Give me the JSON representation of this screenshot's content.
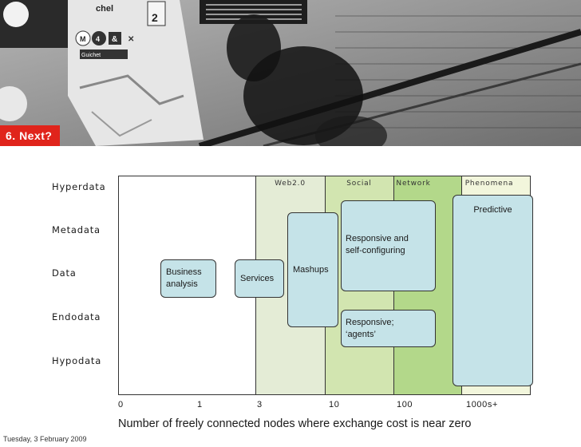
{
  "slide": {
    "tag": "6. Next?"
  },
  "photo": {
    "sign_top": "chel",
    "sign_number": "2",
    "map_label": "Guichet",
    "icon_letters": [
      "M",
      "4",
      "&",
      "✕"
    ]
  },
  "rows": [
    "Hyperdata",
    "Metadata",
    "Data",
    "Endodata",
    "Hypodata"
  ],
  "bands": [
    "Web2.0",
    "Social",
    "Network",
    "Phenomena"
  ],
  "boxes": {
    "business_line1": "Business",
    "business_line2": "analysis",
    "services": "Services",
    "mashups": "Mashups",
    "responsive_line1": "Responsive and",
    "responsive_line2": "self-configuring",
    "agents_line1": "Responsive;",
    "agents_line2": "‘agents’",
    "predictive": "Predictive"
  },
  "ticks": [
    "0",
    "1",
    "3",
    "10",
    "100",
    "1000s+"
  ],
  "xaxis_label": "Number of freely connected nodes where exchange cost is near zero",
  "footer_date": "Tuesday, 3 February 2009",
  "colors": {
    "tag": "#e0241b",
    "box_fill": "#c5e3e8",
    "web_band": "#e4ecd6",
    "social_band": "#d2e5b0",
    "network_band": "#b3d88a",
    "phenomena_band": "#f2f6dc"
  }
}
